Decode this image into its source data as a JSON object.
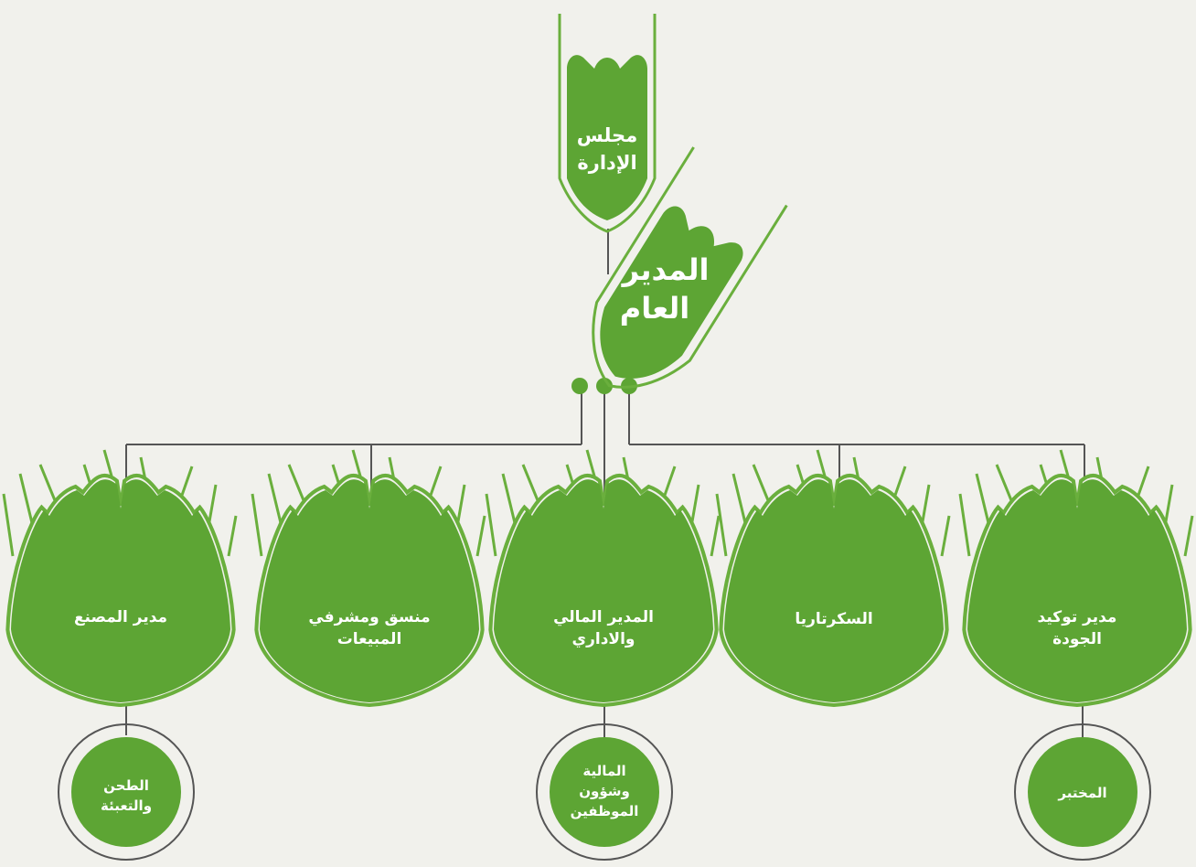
{
  "org_chart": {
    "colors": {
      "fill": "#5da534",
      "fill_dark": "#4a8f27",
      "stroke": "#6aaf3d",
      "line": "#555555",
      "text": "#ffffff",
      "background": "#f1f1ec"
    },
    "board": {
      "line1": "مجلس",
      "line2": "الإدارة"
    },
    "gm": {
      "line1": "المدير",
      "line2": "العام"
    },
    "departments": [
      {
        "id": "factory",
        "line1": "مدير المصنع",
        "line2": ""
      },
      {
        "id": "sales",
        "line1": "منسق ومشرفي",
        "line2": "المبيعات"
      },
      {
        "id": "finance",
        "line1": "المدير المالي",
        "line2": "والاداري"
      },
      {
        "id": "secretary",
        "line1": "السكرتاريا",
        "line2": ""
      },
      {
        "id": "quality",
        "line1": "مدير توكيد",
        "line2": "الجودة"
      }
    ],
    "subunits": [
      {
        "id": "milling",
        "line1": "الطحن",
        "line2": "والتعبئة",
        "line3": ""
      },
      {
        "id": "hr",
        "line1": "المالية",
        "line2": "وشؤون",
        "line3": "الموظفين"
      },
      {
        "id": "lab",
        "line1": "المختبر",
        "line2": "",
        "line3": ""
      }
    ]
  }
}
